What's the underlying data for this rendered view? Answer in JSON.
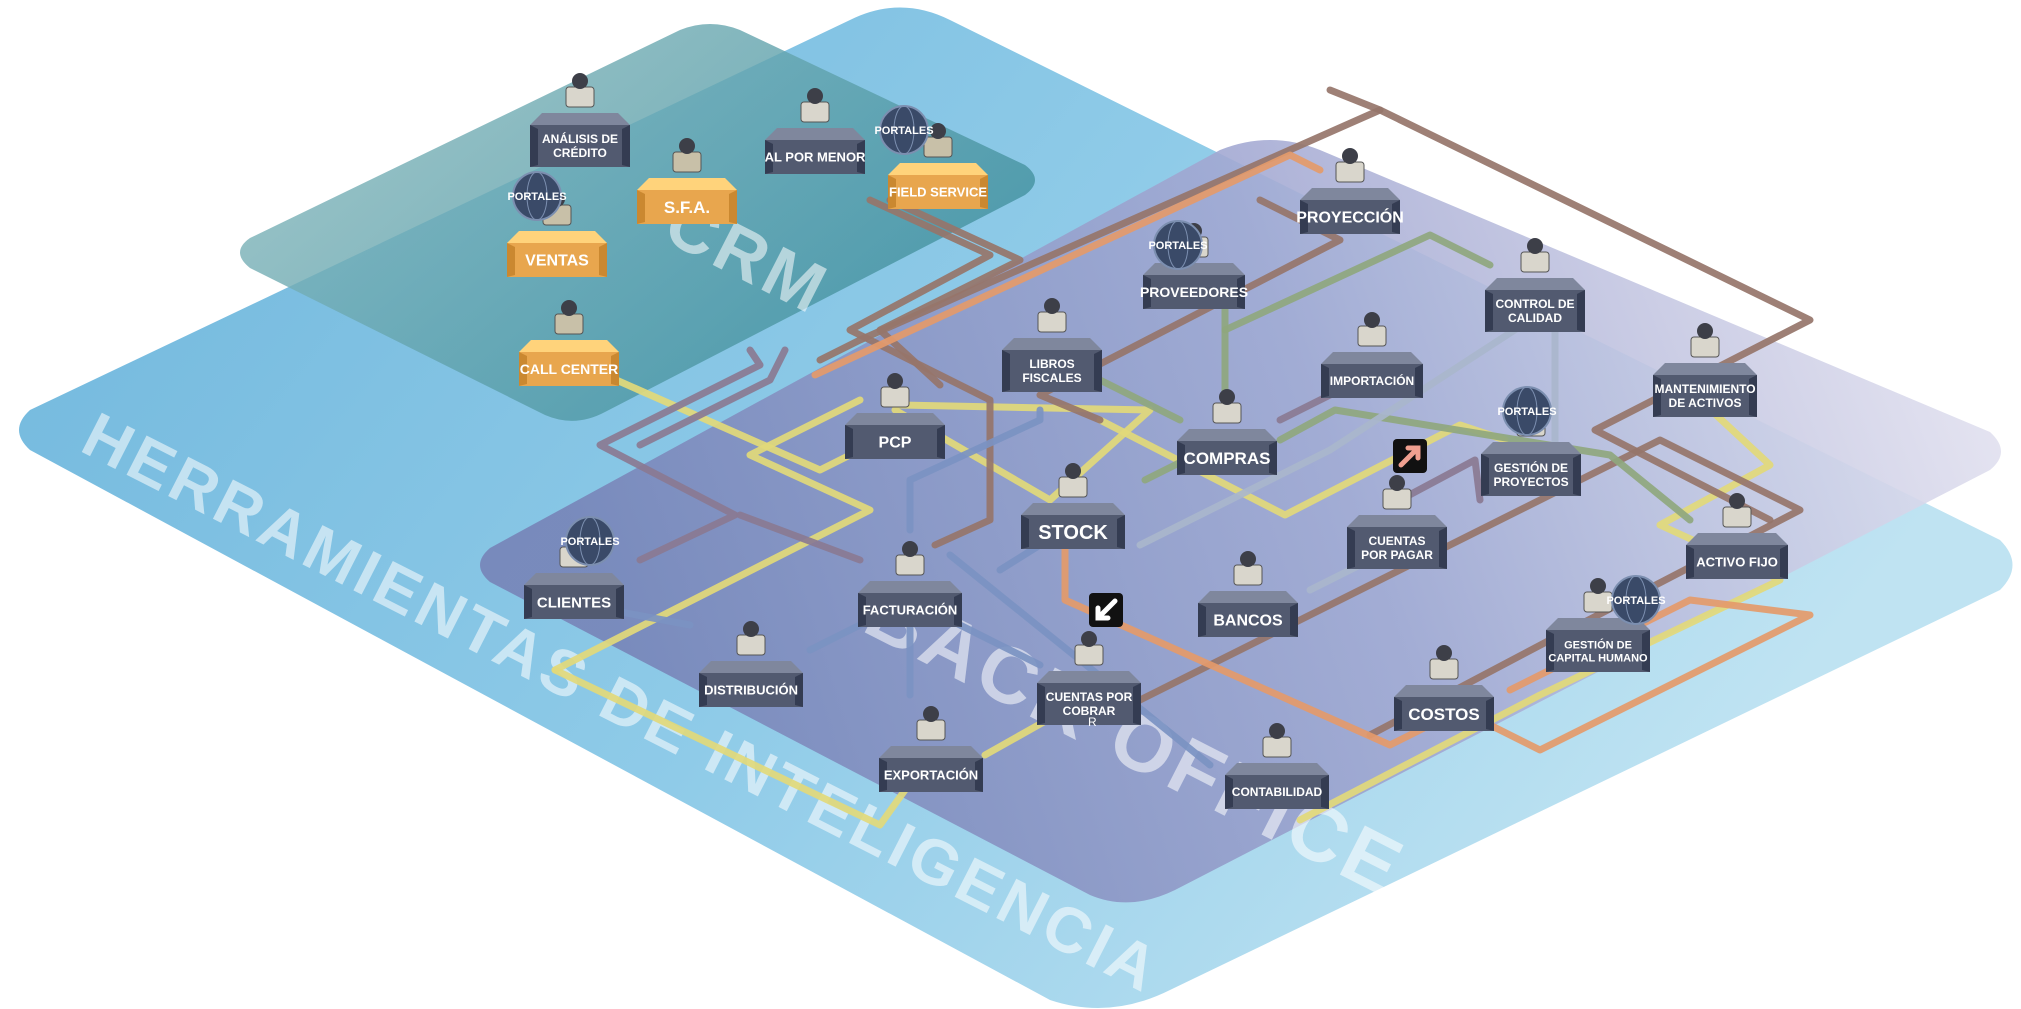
{
  "colors": {
    "plane_outer": "#6fb6dc",
    "plane_crm": "#4f9aa6",
    "plane_backoffice": "#8b93c4",
    "node_slate": "#525a70",
    "node_orange": "#e8a64e",
    "flow_yellow": "#e2d97a",
    "flow_brown": "#96756a",
    "flow_orange": "#e49a6a",
    "flow_green": "#8fa77e",
    "flow_blue": "#7b92c2",
    "flow_gray_blue": "#a9b6cc",
    "flow_mauve": "#8a7a92"
  },
  "planes": {
    "outer_label": "HERRAMIENTAS DE INTELIGENCIA",
    "crm_label": "CRM",
    "backoffice_label": "BACK OFFICE"
  },
  "crm_nodes": [
    {
      "id": "analisis",
      "lines": [
        "ANÁLISIS DE",
        "CRÉDITO"
      ],
      "icon": "person-desk-icon"
    },
    {
      "id": "sfa",
      "lines": [
        "S.F.A."
      ],
      "icon": "salesman-icon"
    },
    {
      "id": "alpormenor",
      "lines": [
        "AL POR MENOR"
      ],
      "icon": "retail-desk-icon"
    },
    {
      "id": "fieldservice",
      "lines": [
        "FIELD SERVICE"
      ],
      "icon": "field-technician-icon"
    },
    {
      "id": "ventas",
      "lines": [
        "VENTAS"
      ],
      "icon": "sales-person-icon"
    },
    {
      "id": "callcenter",
      "lines": [
        "CALL CENTER"
      ],
      "icon": "call-center-agent-icon"
    }
  ],
  "backoffice_nodes": [
    {
      "id": "proyeccion",
      "lines": [
        "PROYECCIÓN"
      ],
      "icon": "chart-presenter-icon"
    },
    {
      "id": "proveedores",
      "lines": [
        "PROVEEDORES"
      ],
      "icon": "workers-group-icon"
    },
    {
      "id": "control",
      "lines": [
        "CONTROL DE",
        "CALIDAD"
      ],
      "icon": "magnifier-icon"
    },
    {
      "id": "libros",
      "lines": [
        "LIBROS",
        "FISCALES"
      ],
      "icon": "books-icon"
    },
    {
      "id": "importacion",
      "lines": [
        "IMPORTACIÓN"
      ],
      "icon": "crane-icon"
    },
    {
      "id": "mantenimiento",
      "lines": [
        "MANTENIMIENTO",
        "DE ACTIVOS"
      ],
      "icon": "wrench-icon"
    },
    {
      "id": "pcp",
      "lines": [
        "PCP"
      ],
      "icon": "factory-icon"
    },
    {
      "id": "compras",
      "lines": [
        "COMPRAS"
      ],
      "icon": "buyer-desk-icon"
    },
    {
      "id": "gestionproy",
      "lines": [
        "GESTIÓN DE",
        "PROYECTOS"
      ],
      "icon": "documents-icon"
    },
    {
      "id": "stock",
      "lines": [
        "STOCK"
      ],
      "icon": "boxes-icon"
    },
    {
      "id": "cuentaspagar",
      "lines": [
        "CUENTAS",
        "POR PAGAR"
      ],
      "icon": "money-stack-icon"
    },
    {
      "id": "activofijo",
      "lines": [
        "ACTIVO FIJO"
      ],
      "icon": "computer-icon"
    },
    {
      "id": "clientes",
      "lines": [
        "CLIENTES"
      ],
      "icon": "client-person-icon"
    },
    {
      "id": "facturacion",
      "lines": [
        "FACTURACIÓN"
      ],
      "icon": "dollar-icon"
    },
    {
      "id": "bancos",
      "lines": [
        "BANCOS"
      ],
      "icon": "atm-icon"
    },
    {
      "id": "gestioncapital",
      "lines": [
        "GESTIÓN DE",
        "CAPITAL HUMANO"
      ],
      "icon": "team-icon"
    },
    {
      "id": "distribucion",
      "lines": [
        "DISTRIBUCIÓN"
      ],
      "icon": "truck-icon"
    },
    {
      "id": "cuentascobrar",
      "lines": [
        "CUENTAS POR",
        "COBRAR"
      ],
      "icon": "cash-icon"
    },
    {
      "id": "costos",
      "lines": [
        "COSTOS"
      ],
      "icon": "cash-register-icon"
    },
    {
      "id": "exportacion",
      "lines": [
        "EXPORTACIÓN"
      ],
      "icon": "airplane-icon"
    },
    {
      "id": "contabilidad",
      "lines": [
        "CONTABILIDAD"
      ],
      "icon": "calculator-icon"
    }
  ],
  "portal_badge": "PORTALES",
  "registered_mark": "R"
}
